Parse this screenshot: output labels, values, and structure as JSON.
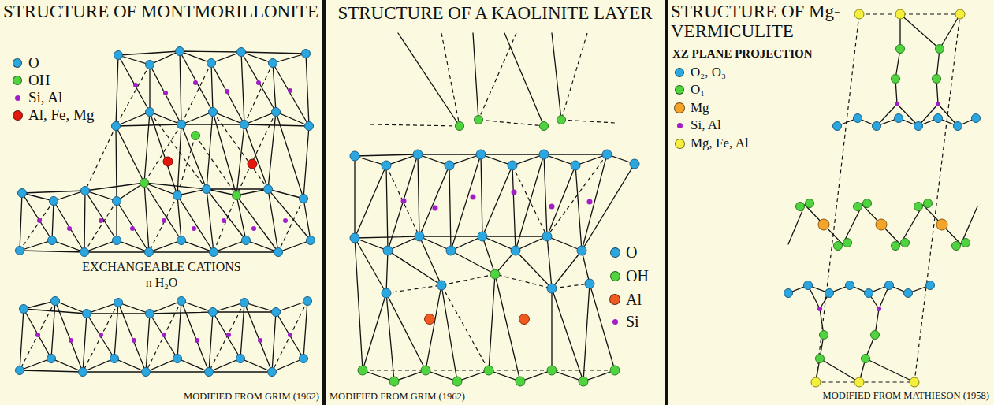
{
  "diagram": {
    "nodes": [
      {
        "text": [
          "STRUCTURE OF MONTMORILLONITE"
        ]
      },
      {
        "text": [
          "STRUCTURE OF A KAOLINITE LAYER"
        ]
      },
      {
        "text": [
          "STRUCTURE OF Mg-VERMICULITE"
        ]
      }
    ],
    "labels": [
      "EXCHANGEABLE CATIONS",
      "n H₂O",
      "MODIFIED FROM GRIM (1962)",
      "MODIFIED FROM GRIM (1962)",
      "XZ PLANE PROJECTION",
      "MODIFIED FROM MATHIESON (1958)"
    ],
    "legend": [
      {
        "text": "O",
        "color": "#2ba6de"
      },
      {
        "text": "OH",
        "color": "#4fd43f"
      },
      {
        "text": "Si, Al",
        "color": "#a21fc8"
      },
      {
        "text": "Al, Fe, Mg",
        "color": "#e3170d"
      },
      {
        "text": "O",
        "color": "#2ba6de"
      },
      {
        "text": "OH",
        "color": "#4fd43f"
      },
      {
        "text": "Al",
        "color": "#f05a1e"
      },
      {
        "text": "Si",
        "color": "#a21fc8"
      },
      {
        "text": "O₂, O₃",
        "color": "#2ba6de"
      },
      {
        "text": "O₁",
        "color": "#4fd43f"
      },
      {
        "text": "Mg",
        "color": "#f5a42a"
      },
      {
        "text": "Si, Al",
        "color": "#a21fc8"
      },
      {
        "text": "Mg, Fe, Al",
        "color": "#f4ef3c"
      }
    ]
  }
}
